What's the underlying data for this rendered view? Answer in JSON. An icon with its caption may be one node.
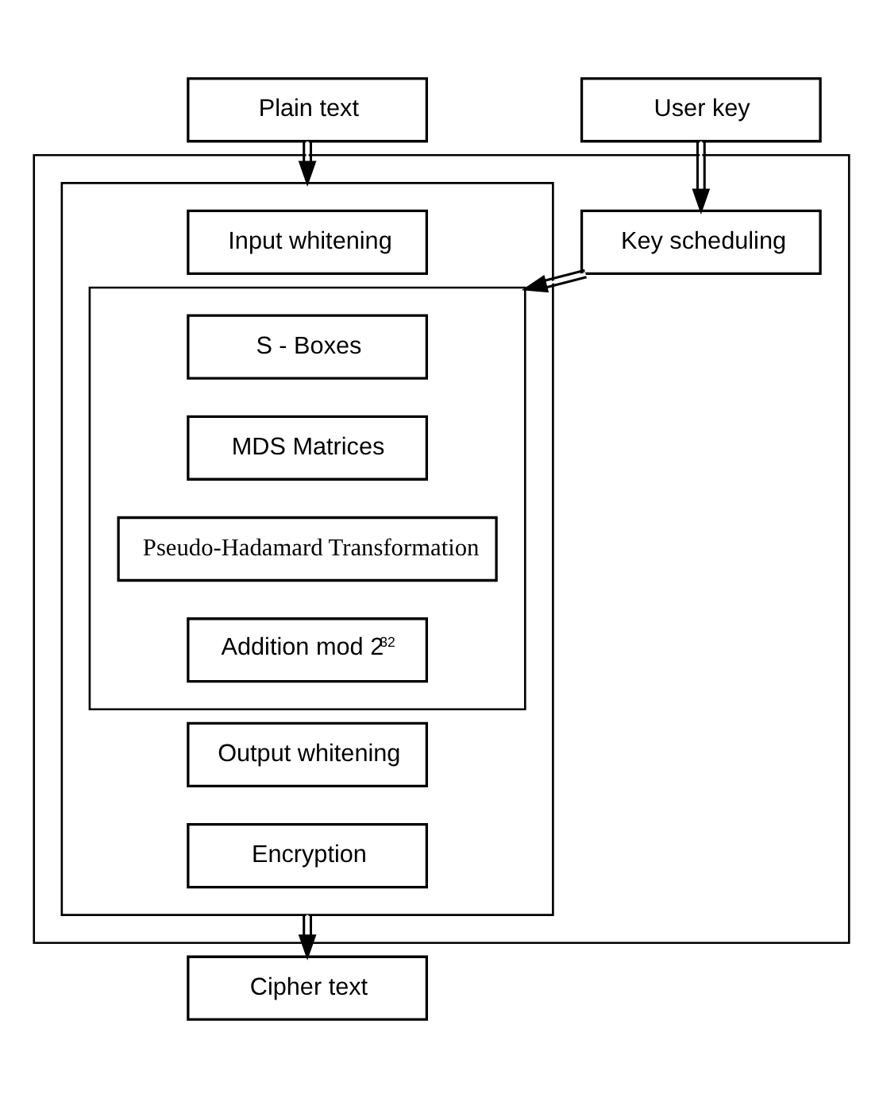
{
  "diagram": {
    "nodes": [
      {
        "text": [
          "Plain text"
        ]
      },
      {
        "text": [
          "User key"
        ]
      },
      {
        "text": [],
        "shape": "box"
      },
      {
        "text": [],
        "shape": "box",
        "in": 2
      },
      {
        "text": [
          "Input whitening"
        ],
        "in": 3
      },
      {
        "text": [],
        "shape": "box",
        "in": 3
      },
      {
        "text": [
          "S - Boxes"
        ],
        "in": 5
      },
      {
        "text": [
          "MDS Matrices"
        ],
        "in": 5
      },
      {
        "text": [
          "Pseudo-Hadamard Transformation"
        ],
        "in": 5
      },
      {
        "text": [
          "Addition mod 2$^{32}$"
        ],
        "in": 5
      },
      {
        "text": [
          "Output whitening"
        ],
        "in": 3
      },
      {
        "text": [
          "Encryption"
        ],
        "in": 3
      },
      {
        "text": [
          "Key scheduling"
        ],
        "in": 2
      },
      {
        "text": [
          "Cipher text"
        ]
      }
    ],
    "edges": [
      {
        "from": 0,
        "to": 3,
        "arrow": "to"
      },
      {
        "from": 1,
        "to": 12,
        "arrow": "to"
      },
      {
        "from": 12,
        "to": 5,
        "arrow": "to"
      },
      {
        "from": 3,
        "to": 13,
        "arrow": "to"
      }
    ]
  }
}
